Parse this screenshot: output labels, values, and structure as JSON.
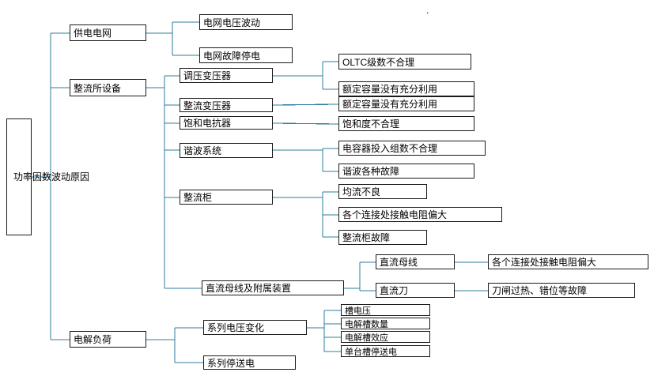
{
  "diagram": {
    "root": {
      "label": "功率因数波动原因"
    },
    "power_supply_grid": {
      "label": "供电电网",
      "grid_voltage_fluctuation": "电网电压波动",
      "grid_fault_outage": "电网故障停电"
    },
    "rectifier_station_equipment": {
      "label": "整流所设备",
      "voltage_regulating_transformer": {
        "label": "调压变压器",
        "oltc_steps_unreasonable": "OLTC级数不合理",
        "rated_capacity_underused": "额定容量没有充分利用"
      },
      "rectifier_transformer": {
        "label": "整流变压器",
        "rated_capacity_underused": "额定容量没有充分利用"
      },
      "saturable_reactor": {
        "label": "饱和电抗器",
        "saturation_unreasonable": "饱和度不合理"
      },
      "harmonic_system": {
        "label": "谐波系统",
        "capacitor_groups_unreasonable": "电容器投入组数不合理",
        "various_harmonic_faults": "谐波各种故障"
      },
      "rectifier_cabinet": {
        "label": "整流柜",
        "poor_current_sharing": "均流不良",
        "contact_resistance_high": "各个连接处接触电阻偏大",
        "cabinet_fault": "整流柜故障"
      },
      "dc_bus_and_accessories": {
        "label": "直流母线及附属装置",
        "dc_bus": {
          "label": "直流母线",
          "contact_resistance_high": "各个连接处接触电阻偏大"
        },
        "dc_knife_switch": {
          "label": "直流刀",
          "faults": "刀闸过热、错位等故障"
        }
      }
    },
    "electrolysis_load": {
      "label": "电解负荷",
      "series_voltage_change": {
        "label": "系列电压变化",
        "cell_voltage": "槽电压",
        "cell_count": "电解槽数量",
        "cell_effect": "电解槽效应",
        "single_cell_power_onoff": "单台槽停送电"
      },
      "series_power_onoff": "系列停送电"
    },
    "stray_mark": "."
  },
  "colors": {
    "connector": "#2c7d9c",
    "box_border": "#1a1a1a",
    "text": "#000000",
    "background": "#ffffff"
  }
}
